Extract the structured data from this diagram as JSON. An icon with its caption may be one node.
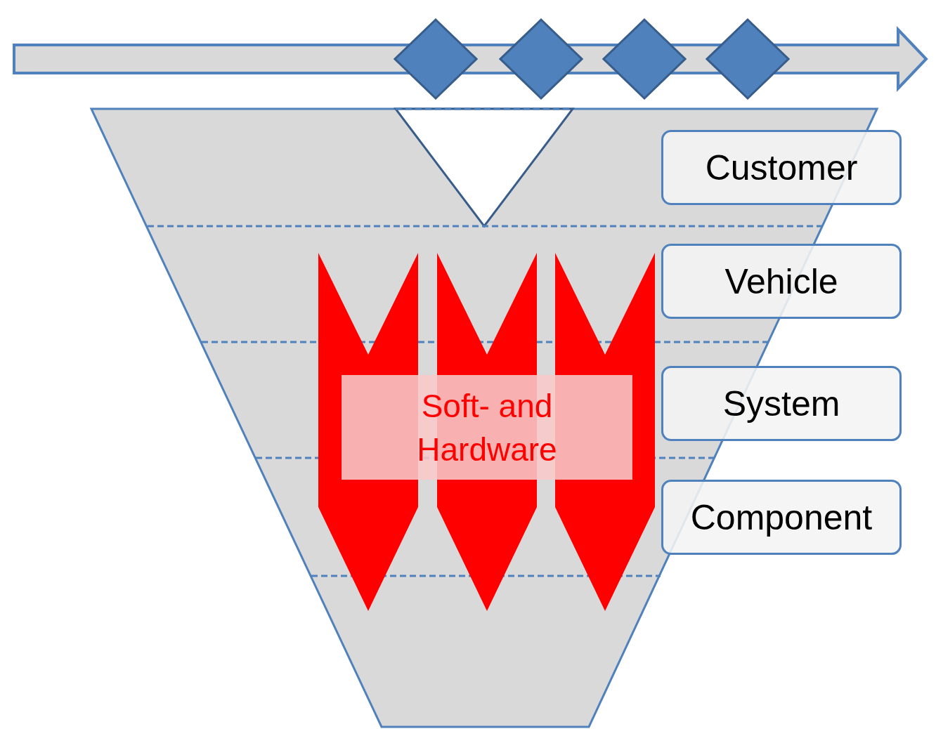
{
  "diagram": {
    "nodes": [
      {
        "text": [],
        "shape": "diamond"
      },
      {
        "text": [],
        "shape": "diamond"
      },
      {
        "text": [],
        "shape": "diamond"
      },
      {
        "text": [],
        "shape": "diamond"
      },
      {
        "text": [
          "Customer"
        ]
      },
      {
        "text": [
          "Vehicle"
        ]
      },
      {
        "text": [
          "System"
        ]
      },
      {
        "text": [
          "Soft- and Hardware"
        ]
      },
      {
        "text": [
          "Component"
        ]
      }
    ]
  }
}
